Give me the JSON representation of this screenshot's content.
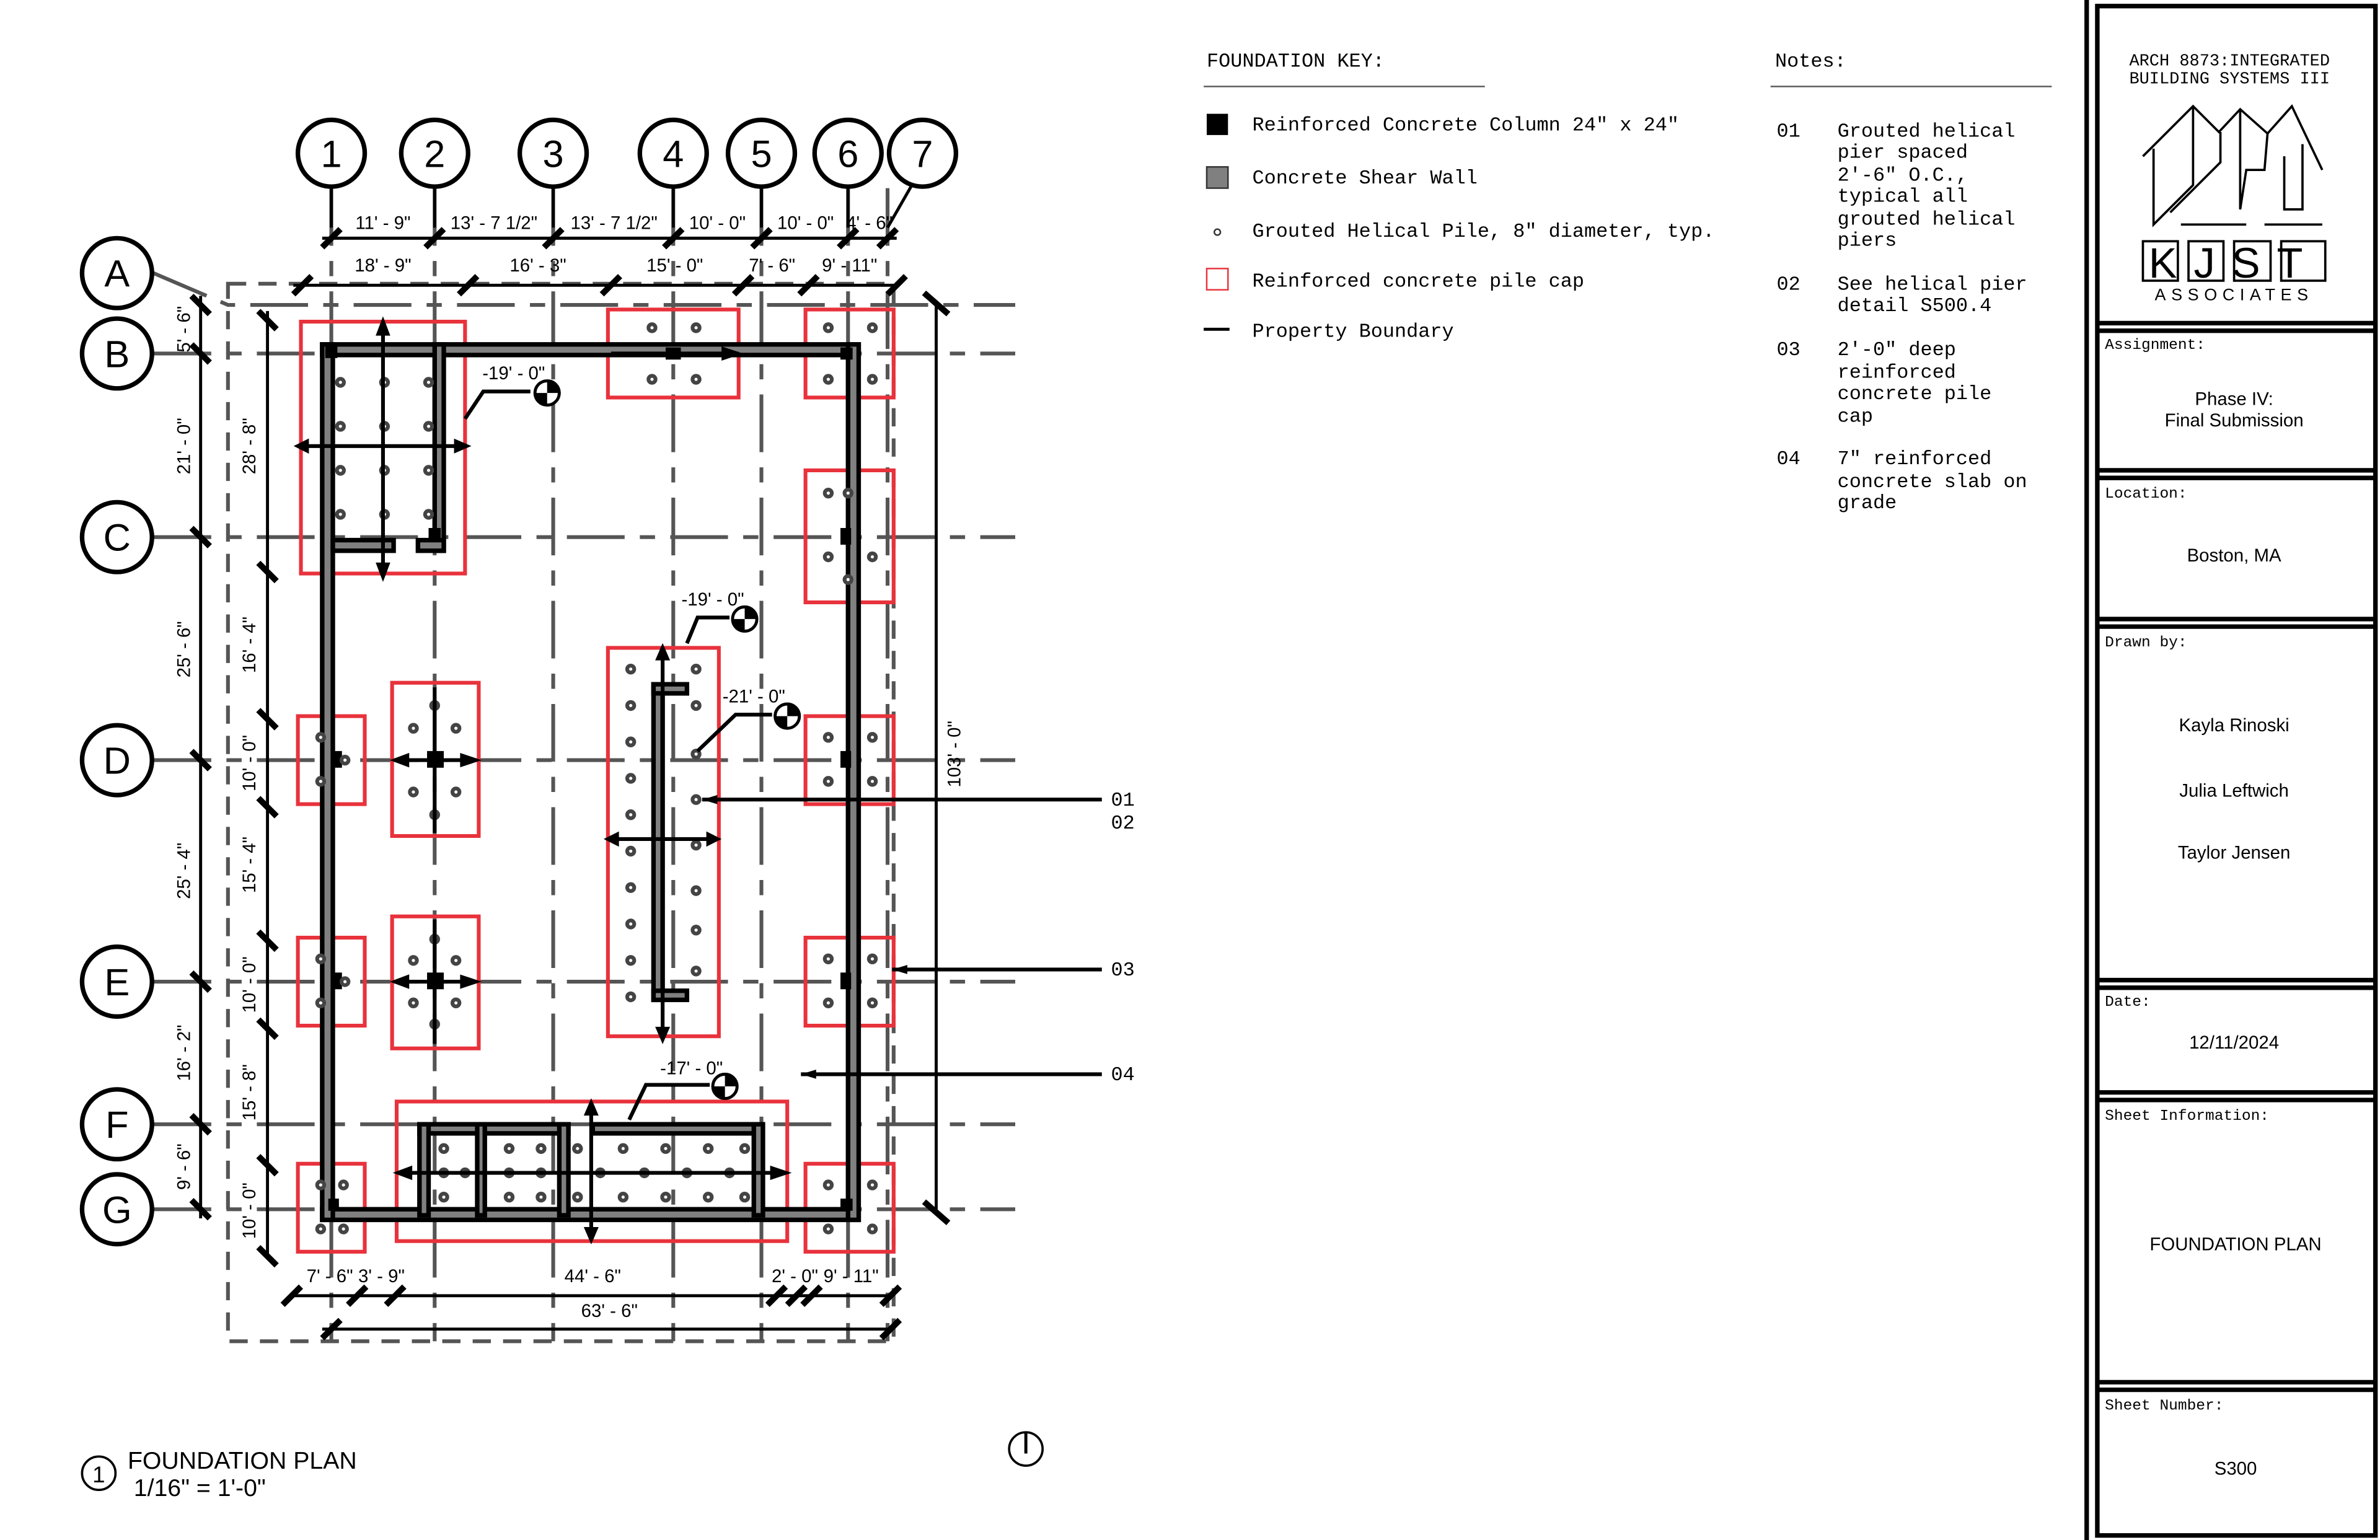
{
  "plan": {
    "title": "FOUNDATION PLAN",
    "scale": "1/16\" = 1'-0\"",
    "view_number": "1",
    "grid_columns": [
      "1",
      "2",
      "3",
      "4",
      "5",
      "6",
      "7"
    ],
    "grid_rows": [
      "A",
      "B",
      "C",
      "D",
      "E",
      "F",
      "G"
    ],
    "dims_top_row1": [
      "11' - 9\"",
      "13' - 7 1/2\"",
      "13' - 7 1/2\"",
      "10' - 0\"",
      "10' - 0\"",
      "4' - 6\""
    ],
    "dims_top_row2": [
      "18' - 9\"",
      "16' - 3\"",
      "15' - 0\"",
      "7' - 6\"",
      "9' - 11\""
    ],
    "dims_left_row1": [
      "5' - 6\"",
      "21' - 0\"",
      "25' - 6\"",
      "25' - 4\"",
      "16' - 2\"",
      "9' - 6\""
    ],
    "dims_left_row2": [
      "28' - 8\"",
      "16' - 4\"",
      "10' - 0\"",
      "15' - 4\"",
      "10' - 0\"",
      "15' - 8\"",
      "10' - 0\""
    ],
    "dims_right": "103' - 0\"",
    "dims_bottom_row1": [
      "7' - 6\"",
      "3' - 9\"",
      "44' - 6\"",
      "2' - 0\"",
      "9' - 11\""
    ],
    "dims_bottom_row2": "63' - 6\"",
    "elevations": [
      "-19' - 0\"",
      "-19' - 0\"",
      "-21' - 0\"",
      "-17' - 0\""
    ],
    "callouts": [
      "01",
      "02",
      "03",
      "04"
    ]
  },
  "foundation_key": {
    "heading": "FOUNDATION KEY:",
    "items": [
      {
        "label": "Reinforced Concrete Column 24\" x 24\"",
        "symbol": "black-square"
      },
      {
        "label": "Concrete Shear Wall",
        "symbol": "gray-square"
      },
      {
        "label": "Grouted Helical Pile, 8\" diameter, typ.",
        "symbol": "small-circle"
      },
      {
        "label": "Reinforced concrete pile cap",
        "symbol": "red-square-outline"
      },
      {
        "label": "Property Boundary",
        "symbol": "short-line"
      }
    ]
  },
  "notes": {
    "heading": "Notes:",
    "items": [
      {
        "num": "01",
        "lines": [
          "Grouted helical",
          "pier spaced",
          "2'-6\" O.C.,",
          "typical all",
          "grouted helical",
          "piers"
        ]
      },
      {
        "num": "02",
        "lines": [
          "See helical pier",
          "detail S500.4"
        ]
      },
      {
        "num": "03",
        "lines": [
          "2'-0\" deep",
          "reinforced",
          "concrete pile",
          "cap"
        ]
      },
      {
        "num": "04",
        "lines": [
          "7\" reinforced",
          "concrete slab on",
          "grade"
        ]
      }
    ]
  },
  "title_block": {
    "course": [
      "ARCH 8873:INTEGRATED",
      "BUILDING SYSTEMS III"
    ],
    "logo_text": "KJST",
    "logo_sub": "ASSOCIATES",
    "assignment_label": "Assignment:",
    "assignment": [
      "Phase IV:",
      "Final Submission"
    ],
    "location_label": "Location:",
    "location": "Boston, MA",
    "drawn_by_label": "Drawn by:",
    "drawn_by": [
      "Kayla Rinoski",
      "Julia Leftwich",
      "Taylor Jensen"
    ],
    "date_label": "Date:",
    "date": "12/11/2024",
    "sheet_info_label": "Sheet Information:",
    "sheet_info": "FOUNDATION PLAN",
    "sheet_number_label": "Sheet Number:",
    "sheet_number": "S300"
  },
  "colors": {
    "pile_cap": "#e8323c",
    "shear_wall": "#808080",
    "column": "#000000"
  }
}
